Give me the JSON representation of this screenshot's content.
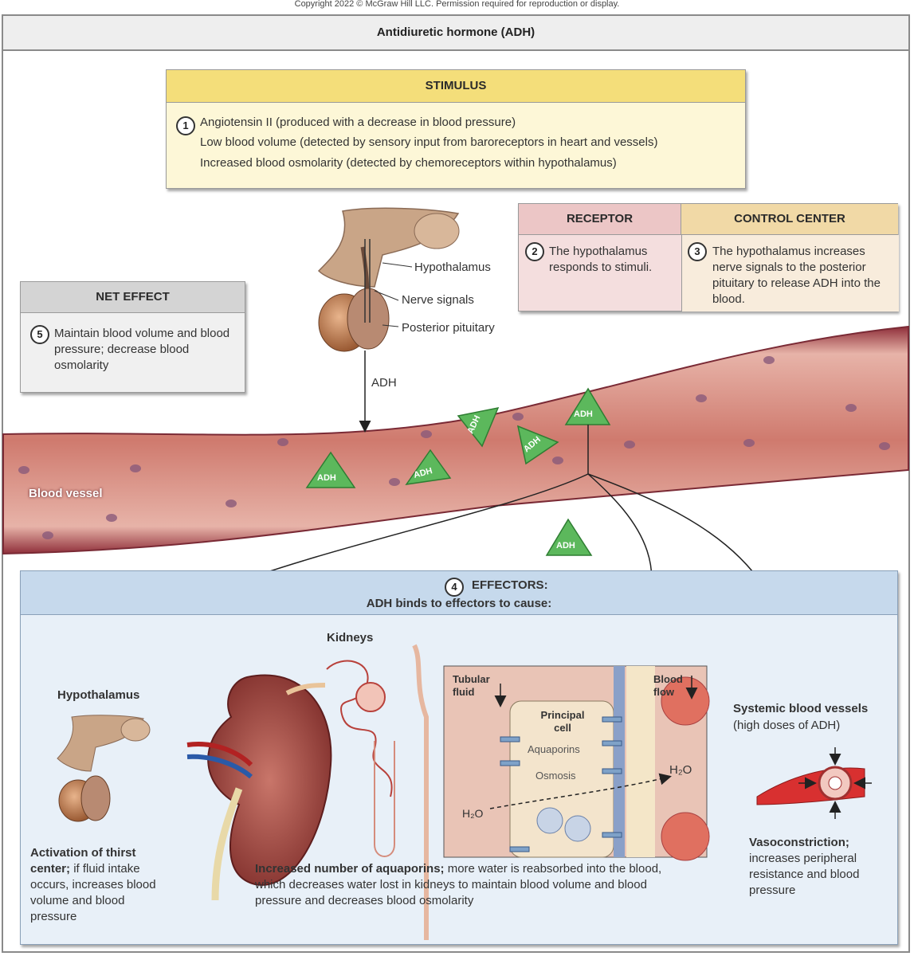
{
  "copyright": "Copyright 2022 © McGraw Hill LLC. Permission required for reproduction or display.",
  "title": "Antidiuretic hormone (ADH)",
  "stimulus": {
    "header": "STIMULUS",
    "number": "1",
    "lines": [
      "Angiotensin II (produced with a decrease in blood pressure)",
      "Low blood volume (detected by sensory input from baroreceptors in heart and vessels)",
      "Increased blood osmolarity (detected by chemoreceptors within hypothalamus)"
    ]
  },
  "receptor": {
    "header": "RECEPTOR",
    "number": "2",
    "text": "The hypothalamus responds to stimuli."
  },
  "control_center": {
    "header": "CONTROL CENTER",
    "number": "3",
    "text": "The hypothalamus increases nerve signals to the posterior pituitary to release ADH into the blood."
  },
  "net_effect": {
    "header": "NET EFFECT",
    "number": "5",
    "text": "Maintain blood volume and blood pressure; decrease blood osmolarity"
  },
  "brain_labels": {
    "hypothalamus": "Hypothalamus",
    "nerve_signals": "Nerve signals",
    "posterior_pituitary": "Posterior pituitary",
    "adh": "ADH"
  },
  "vessel_label": "Blood vessel",
  "adh_tag": "ADH",
  "effectors": {
    "number": "4",
    "title": "EFFECTORS:",
    "subtitle": "ADH binds to effectors to cause:",
    "hypothalamus": {
      "label": "Hypothalamus",
      "caption_bold": "Activation of thirst center;",
      "caption": "if fluid intake occurs, increases blood volume and blood pressure"
    },
    "kidneys": {
      "label": "Kidneys",
      "caption_bold": "Increased number of aquaporins;",
      "caption": "more water is reabsorbed into the blood, which decreases water lost in kidneys to maintain blood volume and blood pressure and decreases blood osmolarity"
    },
    "cell": {
      "tubular_fluid": "Tubular fluid",
      "blood_flow": "Blood flow",
      "principal_cell": "Principal cell",
      "aquaporins": "Aquaporins",
      "osmosis": "Osmosis",
      "water": "H₂O"
    },
    "vessels": {
      "label_bold": "Systemic blood vessels",
      "label": "(high doses of ADH)",
      "caption_bold": "Vasoconstriction;",
      "caption": "increases peripheral resistance and blood pressure"
    }
  },
  "colors": {
    "stimulus_header": "#f4de7a",
    "receptor_header": "#ecc6c6",
    "control_header": "#f1d9a6",
    "effectors_header": "#c6d9ec",
    "adh_triangle": "#5cb85c",
    "vessel": "#c0504d"
  }
}
